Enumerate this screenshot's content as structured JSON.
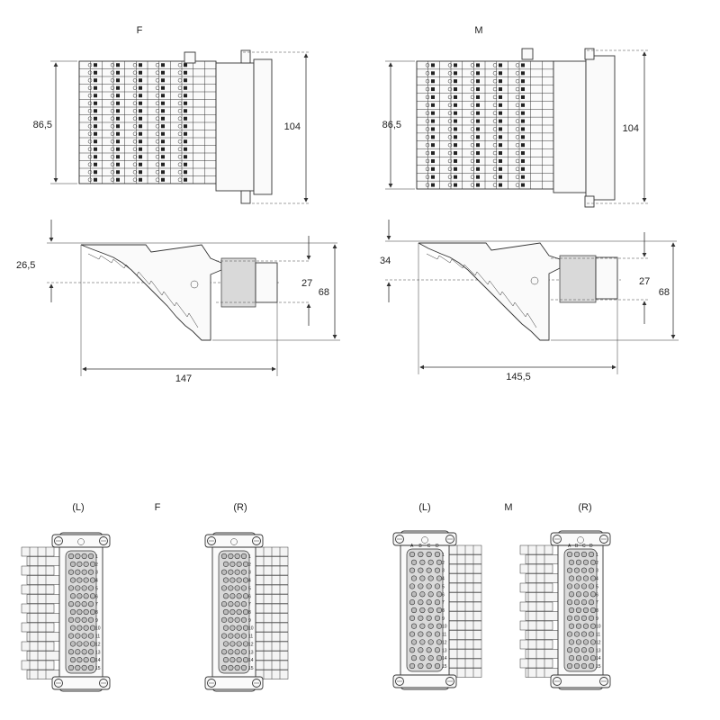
{
  "views": {
    "top_f": {
      "label": "F",
      "dim_left": "86,5",
      "dim_right": "104"
    },
    "top_m": {
      "label": "M",
      "dim_left": "86,5",
      "dim_right": "104"
    },
    "side_f": {
      "dim_top": "26,5",
      "dim_mid": "27",
      "dim_right": "68",
      "dim_bottom": "147"
    },
    "side_m": {
      "dim_top": "34",
      "dim_mid": "27",
      "dim_right": "68",
      "dim_bottom": "145,5"
    },
    "front_f": {
      "label": "F",
      "left_label": "(L)",
      "right_label": "(R)"
    },
    "front_m": {
      "label": "M",
      "left_label": "(L)",
      "right_label": "(R)",
      "col_letters": [
        "A",
        "B",
        "C",
        "D"
      ]
    }
  },
  "row_numbers": [
    "1",
    "2",
    "3",
    "4",
    "5",
    "6",
    "7",
    "8",
    "9",
    "10",
    "11",
    "12",
    "13",
    "14",
    "15"
  ]
}
